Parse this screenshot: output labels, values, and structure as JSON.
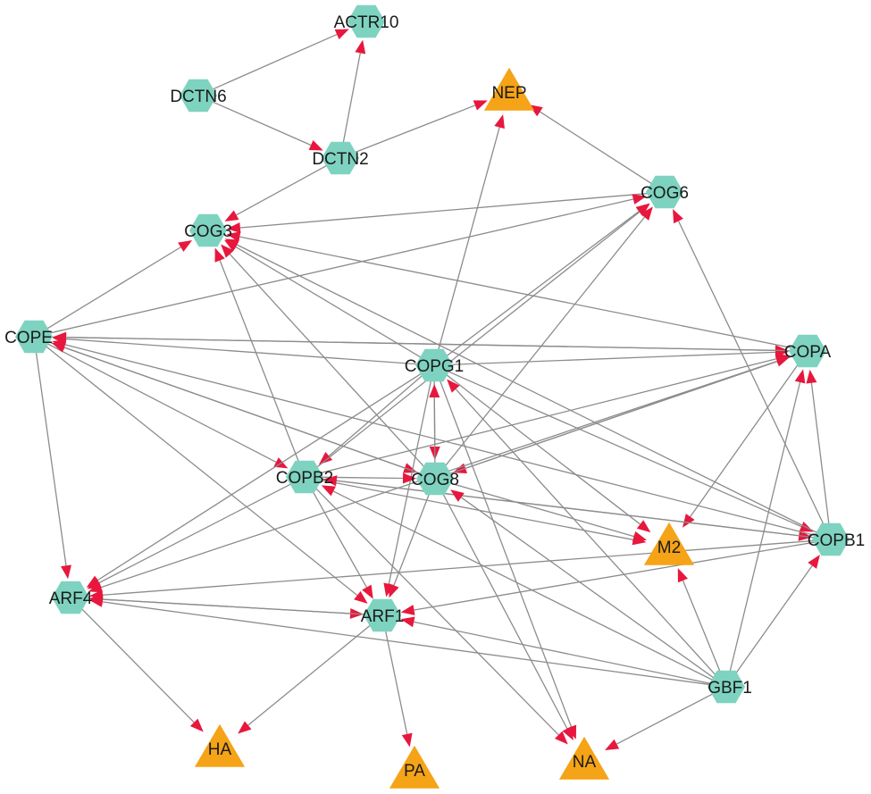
{
  "colors": {
    "protein": "#7ed3c0",
    "viral": "#f5a317",
    "edge": "#8c8c8c",
    "arrow": "#e8173d",
    "label": "#1a1a1a"
  },
  "nodes": [
    {
      "id": "ACTR10",
      "label": "ACTR10",
      "shape": "hexagon"
    },
    {
      "id": "DCTN6",
      "label": "DCTN6",
      "shape": "hexagon"
    },
    {
      "id": "DCTN2",
      "label": "DCTN2",
      "shape": "hexagon"
    },
    {
      "id": "NEP",
      "label": "NEP",
      "shape": "triangle"
    },
    {
      "id": "COG6",
      "label": "COG6",
      "shape": "hexagon"
    },
    {
      "id": "COG3",
      "label": "COG3",
      "shape": "hexagon"
    },
    {
      "id": "COPE",
      "label": "COPE",
      "shape": "hexagon"
    },
    {
      "id": "COPG1",
      "label": "COPG1",
      "shape": "hexagon"
    },
    {
      "id": "COPA",
      "label": "COPA",
      "shape": "hexagon"
    },
    {
      "id": "COPB2",
      "label": "COPB2",
      "shape": "hexagon"
    },
    {
      "id": "COG8",
      "label": "COG8",
      "shape": "hexagon"
    },
    {
      "id": "M2",
      "label": "M2",
      "shape": "triangle"
    },
    {
      "id": "COPB1",
      "label": "COPB1",
      "shape": "hexagon"
    },
    {
      "id": "ARF4",
      "label": "ARF4",
      "shape": "hexagon"
    },
    {
      "id": "ARF1",
      "label": "ARF1",
      "shape": "hexagon"
    },
    {
      "id": "GBF1",
      "label": "GBF1",
      "shape": "hexagon"
    },
    {
      "id": "HA",
      "label": "HA",
      "shape": "triangle"
    },
    {
      "id": "PA",
      "label": "PA",
      "shape": "triangle"
    },
    {
      "id": "NA",
      "label": "NA",
      "shape": "triangle"
    }
  ],
  "edges": [
    [
      "DCTN6",
      "ACTR10"
    ],
    [
      "DCTN6",
      "DCTN2"
    ],
    [
      "DCTN2",
      "ACTR10"
    ],
    [
      "DCTN2",
      "NEP"
    ],
    [
      "DCTN2",
      "COG3"
    ],
    [
      "COG6",
      "NEP"
    ],
    [
      "COG6",
      "COG3"
    ],
    [
      "COPE",
      "COG3"
    ],
    [
      "COPE",
      "COG6"
    ],
    [
      "COPE",
      "ARF4"
    ],
    [
      "COPE",
      "COPB2"
    ],
    [
      "COPE",
      "COG8"
    ],
    [
      "COPE",
      "ARF1"
    ],
    [
      "COPE",
      "COPA"
    ],
    [
      "COPG1",
      "COPE"
    ],
    [
      "COPG1",
      "NEP"
    ],
    [
      "COPG1",
      "COG6"
    ],
    [
      "COPG1",
      "COPA"
    ],
    [
      "COPG1",
      "COPB2"
    ],
    [
      "COPG1",
      "COG8"
    ],
    [
      "COPG1",
      "ARF4"
    ],
    [
      "COPG1",
      "ARF1"
    ],
    [
      "COPG1",
      "M2"
    ],
    [
      "COPG1",
      "COPB1"
    ],
    [
      "COPG1",
      "NA"
    ],
    [
      "COPG1",
      "COG3"
    ],
    [
      "COPA",
      "COG3"
    ],
    [
      "COPA",
      "COPE"
    ],
    [
      "COPA",
      "COG8"
    ],
    [
      "COPA",
      "ARF4"
    ],
    [
      "COPA",
      "M2"
    ],
    [
      "COPB2",
      "COG3"
    ],
    [
      "COPB2",
      "COG6"
    ],
    [
      "COPB2",
      "COPA"
    ],
    [
      "COPB2",
      "COG8"
    ],
    [
      "COPB2",
      "M2"
    ],
    [
      "COPB2",
      "COPB1"
    ],
    [
      "COPB2",
      "ARF4"
    ],
    [
      "COPB2",
      "ARF1"
    ],
    [
      "COPB2",
      "NA"
    ],
    [
      "COG8",
      "COG3"
    ],
    [
      "COG8",
      "COG6"
    ],
    [
      "COG8",
      "COPG1"
    ],
    [
      "COG8",
      "NA"
    ],
    [
      "COG8",
      "ARF1"
    ],
    [
      "COG8",
      "COPE"
    ],
    [
      "COG8",
      "COPA"
    ],
    [
      "COG8",
      "M2"
    ],
    [
      "COPB1",
      "COG3"
    ],
    [
      "COPB1",
      "COG6"
    ],
    [
      "COPB1",
      "COPA"
    ],
    [
      "COPB1",
      "ARF4"
    ],
    [
      "COPB1",
      "ARF1"
    ],
    [
      "COPB1",
      "COPB2"
    ],
    [
      "COPB1",
      "COPE"
    ],
    [
      "ARF4",
      "ARF1"
    ],
    [
      "ARF4",
      "HA"
    ],
    [
      "ARF1",
      "HA"
    ],
    [
      "ARF1",
      "PA"
    ],
    [
      "ARF1",
      "ARF4"
    ],
    [
      "GBF1",
      "COPB1"
    ],
    [
      "GBF1",
      "M2"
    ],
    [
      "GBF1",
      "COPA"
    ],
    [
      "GBF1",
      "ARF1"
    ],
    [
      "GBF1",
      "ARF4"
    ],
    [
      "GBF1",
      "COPB2"
    ],
    [
      "GBF1",
      "COPG1"
    ],
    [
      "GBF1",
      "NA"
    ],
    [
      "GBF1",
      "COG8"
    ]
  ]
}
